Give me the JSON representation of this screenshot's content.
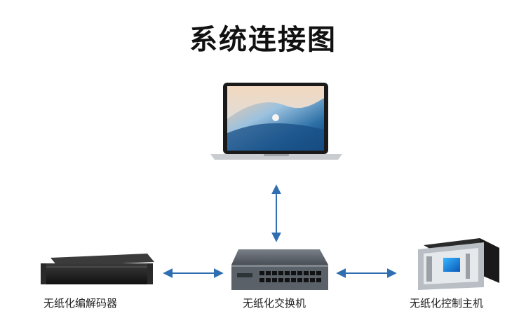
{
  "title": "系统连接图",
  "nodes": {
    "laptop": {
      "label": ""
    },
    "switch": {
      "label": "无纸化交换机"
    },
    "encoder": {
      "label": "无纸化编解码器"
    },
    "control_host": {
      "label": "无纸化控制主机"
    }
  },
  "colors": {
    "arrow": "#2f6fb1",
    "title": "#111111",
    "device_dark": "#1c1c1c"
  },
  "icons": {
    "laptop": "laptop-icon",
    "switch": "network-switch-icon",
    "encoder": "rack-device-icon",
    "control_host": "control-server-icon"
  }
}
